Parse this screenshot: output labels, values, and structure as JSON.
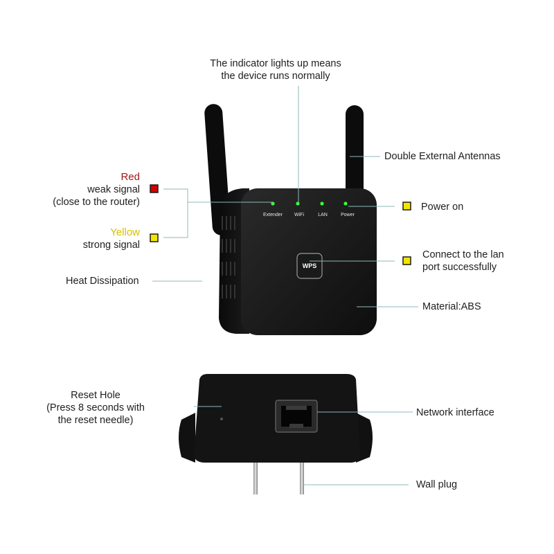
{
  "callouts": {
    "indicator": [
      "The indicator lights up means",
      "the device runs normally"
    ],
    "antennas": "Double External Antennas",
    "red_title": "Red",
    "red_desc": [
      "weak signal",
      "(close to the router)"
    ],
    "yellow_title": "Yellow",
    "yellow_desc": "strong signal",
    "power_on": "Power on",
    "lan": [
      "Connect to the lan",
      "port successfully"
    ],
    "heat": "Heat Dissipation",
    "material": "Material:ABS",
    "reset": [
      "Reset Hole",
      "(Press 8 seconds with",
      "the reset needle)"
    ],
    "network": "Network interface",
    "wall_plug": "Wall plug"
  },
  "device": {
    "leds": [
      "Extender",
      "WiFi",
      "LAN",
      "Power"
    ],
    "wps": "WPS"
  },
  "colors": {
    "red_marker": "#d40000",
    "yellow_marker": "#f2e600",
    "led_green": "#3cff3c",
    "device_body": "#141414",
    "leader_line": "#8fb8b8"
  }
}
